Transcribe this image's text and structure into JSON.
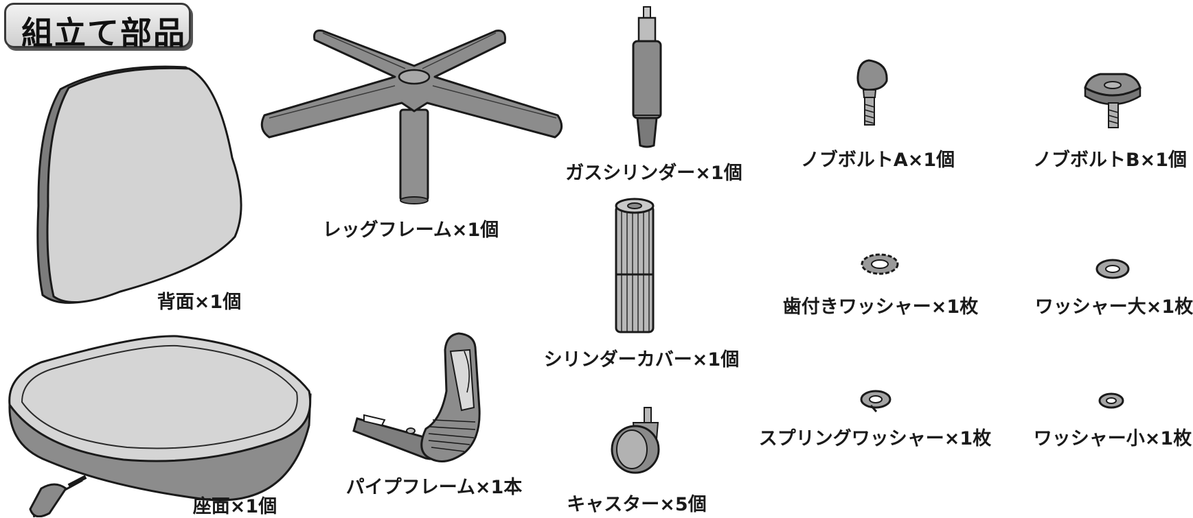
{
  "title": "組立て部品",
  "parts": [
    {
      "id": "backrest",
      "label": "背面×1個"
    },
    {
      "id": "leg-frame",
      "label": "レッグフレーム×1個"
    },
    {
      "id": "gas-cylinder",
      "label": "ガスシリンダー×1個"
    },
    {
      "id": "knob-bolt-a",
      "label": "ノブボルトA×1個"
    },
    {
      "id": "knob-bolt-b",
      "label": "ノブボルトB×1個"
    },
    {
      "id": "cylinder-cover",
      "label": "シリンダーカバー×1個"
    },
    {
      "id": "toothed-washer",
      "label": "歯付きワッシャー×1枚"
    },
    {
      "id": "washer-large",
      "label": "ワッシャー大×1枚"
    },
    {
      "id": "seat",
      "label": "座面×1個"
    },
    {
      "id": "pipe-frame",
      "label": "パイプフレーム×1本"
    },
    {
      "id": "spring-washer",
      "label": "スプリングワッシャー×1枚"
    },
    {
      "id": "washer-small",
      "label": "ワッシャー小×1枚"
    },
    {
      "id": "caster",
      "label": "キャスター×5個"
    }
  ]
}
